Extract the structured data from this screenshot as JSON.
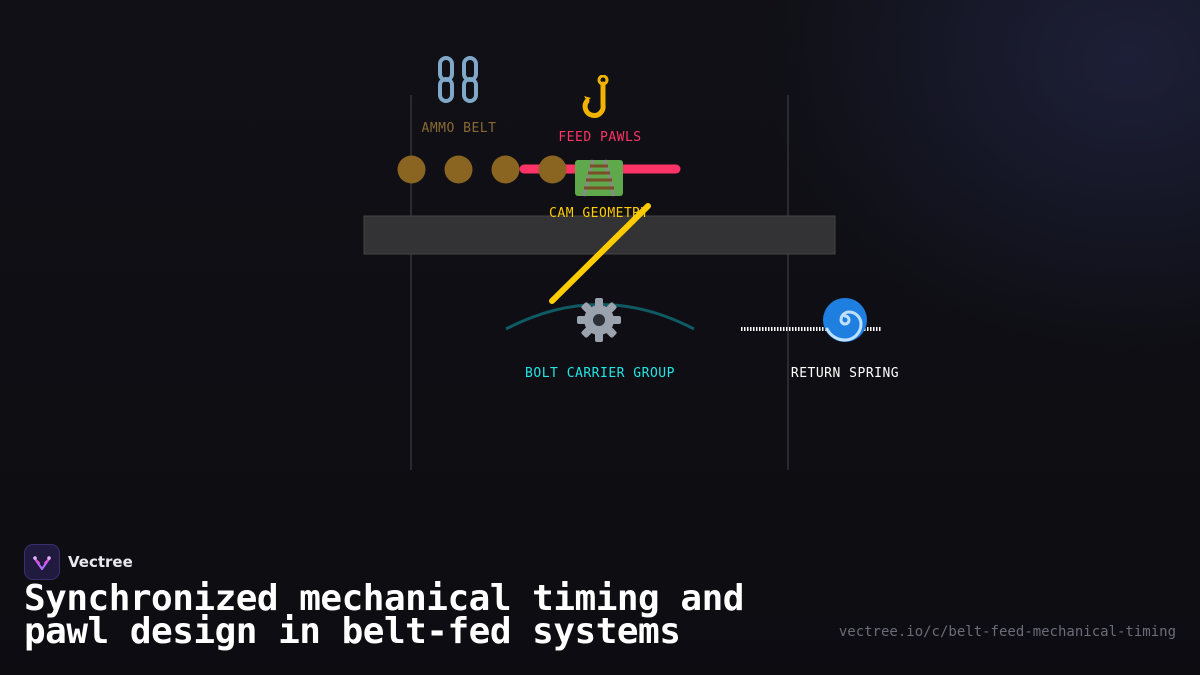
{
  "brand": {
    "name": "Vectree"
  },
  "headline": {
    "line1": "Synchronized mechanical timing and",
    "line2": "pawl design in belt-fed systems"
  },
  "url": "vectree.io/c/belt-feed-mechanical-timing",
  "nodes": {
    "ammo_belt": {
      "label": "AMMO BELT",
      "icon": "chain-icon",
      "glyph": "⛓️",
      "color": "#8a6a34"
    },
    "feed_pawls": {
      "label": "FEED PAWLS",
      "icon": "hook-icon",
      "glyph": "🪝",
      "color": "#ff3366"
    },
    "cam_geometry": {
      "label": "CAM GEOMETRY",
      "icon": "railway-track-icon",
      "glyph": "🛤️",
      "color": "#ffcc00"
    },
    "bolt_carrier": {
      "label": "BOLT CARRIER GROUP",
      "icon": "gear-icon",
      "glyph": "⚙️",
      "color": "#22e5e5"
    },
    "return_spring": {
      "label": "RETURN SPRING",
      "icon": "cyclone-icon",
      "glyph": "🌀",
      "color": "#ffffff"
    }
  },
  "colors": {
    "rounds": "#8a6522",
    "pawl": "#ff3366",
    "cam": "#ffcc00",
    "arc": "#0f5a63",
    "feed_tray": "#333336"
  }
}
